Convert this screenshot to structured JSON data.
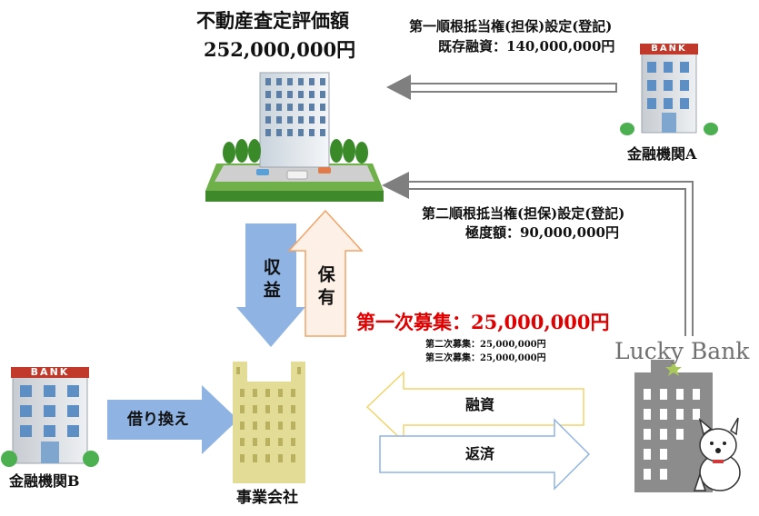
{
  "property": {
    "title": "不動産査定評価額",
    "value": "252,000,000円"
  },
  "lien1": {
    "title": "第一順根抵当権(担保)設定(登記)",
    "detail": "既存融資：140,000,000円"
  },
  "lien2": {
    "title": "第二順根抵当権(担保)設定(登記)",
    "detail": "極度額：90,000,000円"
  },
  "bank_a": {
    "sign": "BANK",
    "label": "金融機関A"
  },
  "bank_b": {
    "sign": "BANK",
    "label": "金融機関B"
  },
  "arrows": {
    "revenue": "収益",
    "holding": "保有",
    "refinance": "借り換え",
    "loan": "融資",
    "repayment": "返済"
  },
  "recruitment": {
    "primary": "第一次募集：25,000,000円",
    "secondary": "第二次募集：25,000,000円",
    "tertiary": "第三次募集：25,000,000円"
  },
  "company": {
    "label": "事業会社"
  },
  "lucky_bank": {
    "logo": "Lucky Bank"
  },
  "colors": {
    "primary_red": "#e00000",
    "blue_arrow": "#8fb4e3",
    "orange_arrow": "#f4cdb0",
    "company_building": "#e2dc96",
    "lucky_building": "#8c8c8c",
    "grey_arrow": "#7f7f7f"
  }
}
